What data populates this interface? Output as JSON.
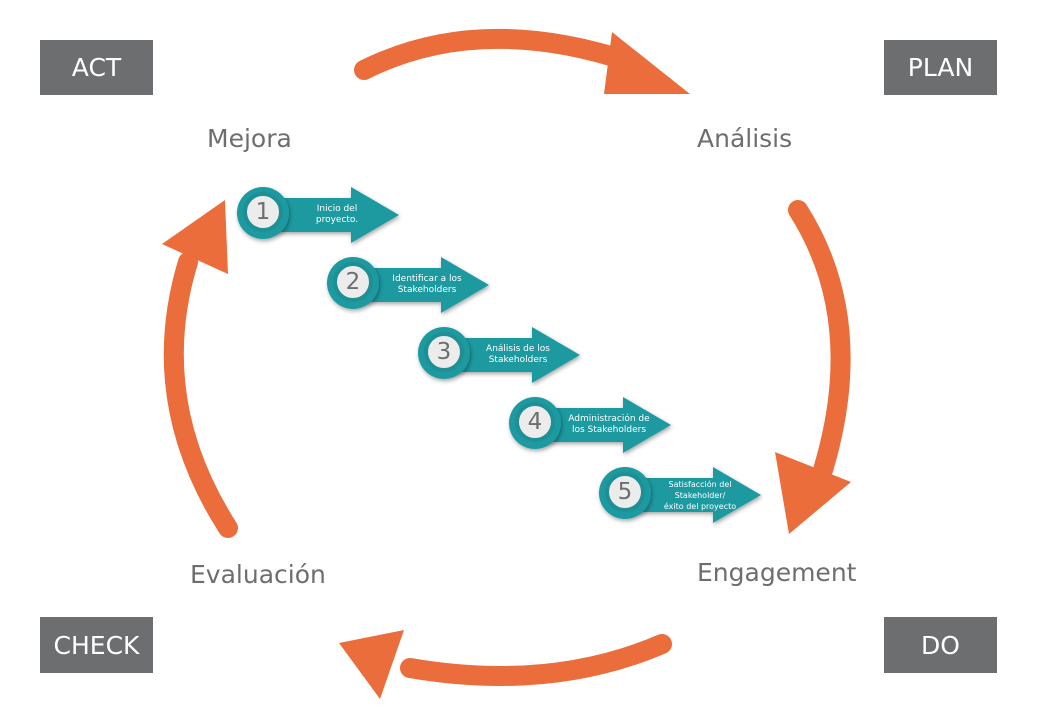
{
  "corners": {
    "act": "ACT",
    "plan": "PLAN",
    "check": "CHECK",
    "do": "DO"
  },
  "phases": {
    "mejora": "Mejora",
    "analisis": "Análisis",
    "evaluacion": "Evaluación",
    "engagement": "Engagement"
  },
  "steps": [
    {
      "number": "1",
      "line1": "Inicio del",
      "line2": "proyecto."
    },
    {
      "number": "2",
      "line1": "Identificar a los",
      "line2": "Stakeholders"
    },
    {
      "number": "3",
      "line1": "Análisis de los",
      "line2": "Stakeholders"
    },
    {
      "number": "4",
      "line1": "Administración de",
      "line2": "los Stakeholders"
    },
    {
      "number": "5",
      "line1": "Satisfacción del Stakeholder/",
      "line2": "éxito del proyecto"
    }
  ],
  "colors": {
    "cycle_arrow": "#ea6d3b",
    "step_arrow": "#1f9aa0",
    "step_arrow_dark": "#177c82",
    "corner_box": "#6d6e70",
    "label_text": "#6d6e70"
  }
}
